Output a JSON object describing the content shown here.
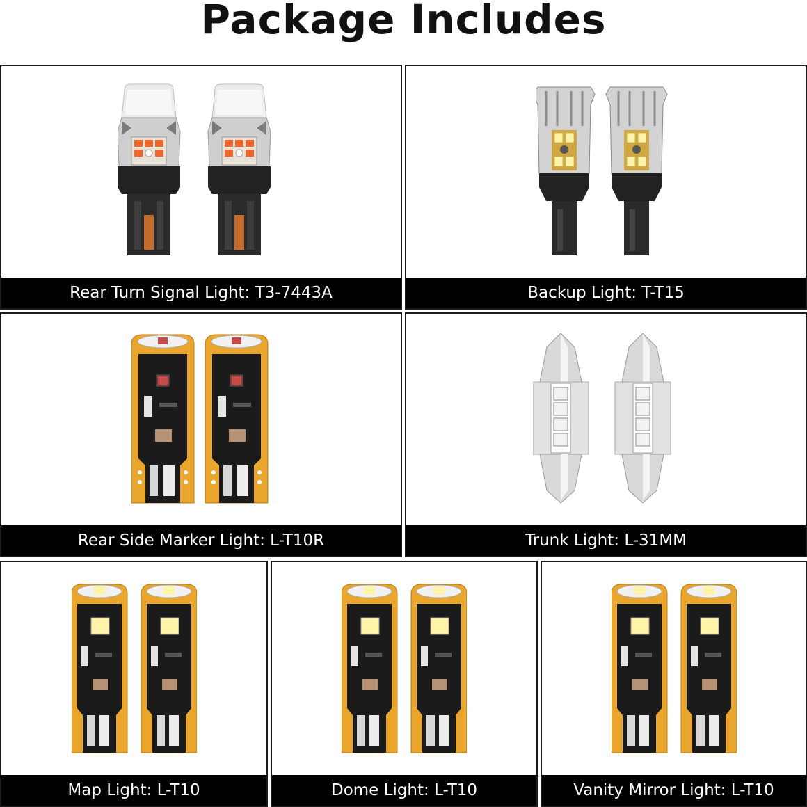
{
  "page": {
    "title": "Package Includes"
  },
  "items": [
    {
      "label": "Rear Turn Signal Light: T3-7443A",
      "icon": "turn-signal-bulbs-image"
    },
    {
      "label": "Backup Light: T-T15",
      "icon": "backup-bulbs-image"
    },
    {
      "label": "Rear Side Marker Light: L-T10R",
      "icon": "side-marker-bulbs-image"
    },
    {
      "label": "Trunk Light: L-31MM",
      "icon": "festoon-bulbs-image"
    },
    {
      "label": "Map Light: L-T10",
      "icon": "map-bulbs-image"
    },
    {
      "label": "Dome Light: L-T10",
      "icon": "dome-bulbs-image"
    },
    {
      "label": "Vanity Mirror Light: L-T10",
      "icon": "vanity-bulbs-image"
    }
  ],
  "colors": {
    "caption_bg": "#000000",
    "pcb_gold": "#e9a52c",
    "pcb_black": "#1b1b1b",
    "led_amber": "#f0662a",
    "led_white": "#fff3a8"
  }
}
